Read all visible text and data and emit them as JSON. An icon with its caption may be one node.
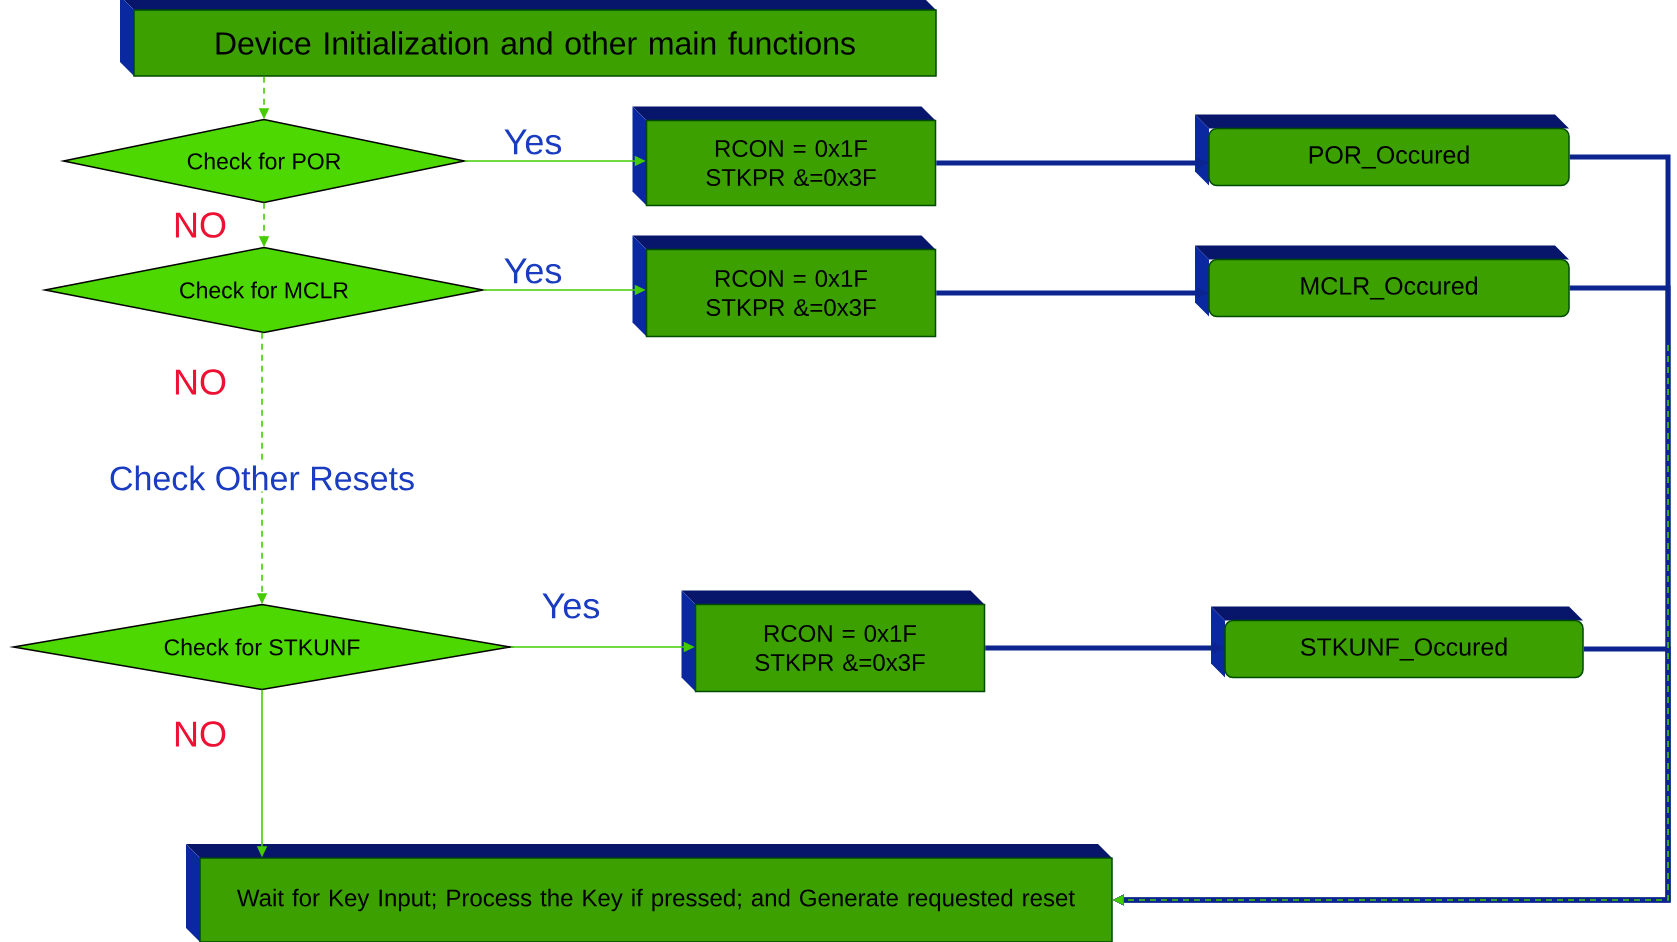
{
  "diagram": {
    "nodes": [
      {
        "text": [
          "Device Initialization and other main functions"
        ]
      },
      {
        "text": [
          "Check for POR"
        ]
      },
      {
        "text": [
          "Check for MCLR"
        ]
      },
      {
        "text": [
          "Check for STKUNF"
        ]
      },
      {
        "text": [
          "RCON = 0x1F STKPR &=0x3F"
        ]
      },
      {
        "text": [
          "POR_Occured"
        ]
      },
      {
        "text": [
          "RCON = 0x1F STKPR &=0x3F"
        ]
      },
      {
        "text": [
          "MCLR_Occured"
        ]
      },
      {
        "text": [
          "RCON = 0x1F STKPR &=0x3F"
        ]
      },
      {
        "text": [
          "STKUNF_Occured"
        ]
      },
      {
        "text": [
          "Wait for Key Input; Process the Key if pressed; and Generate requested reset"
        ]
      }
    ],
    "edges": [
      {
        "from": 0,
        "to": 1,
        "arrow": "to",
        "style": "dashed"
      },
      {
        "from": 1,
        "to": 4,
        "arrow": "to",
        "label": "Yes"
      },
      {
        "from": 1,
        "to": 2,
        "arrow": "to",
        "style": "dashed",
        "label": "NO"
      },
      {
        "from": 2,
        "to": 6,
        "arrow": "to",
        "label": "Yes"
      },
      {
        "from": 2,
        "to": 3,
        "arrow": "to",
        "style": "dashed",
        "label": "Check Other Resets"
      },
      {
        "from": 3,
        "to": 8,
        "arrow": "to",
        "label": "Yes"
      },
      {
        "from": 3,
        "to": 10,
        "arrow": "to",
        "label": "NO"
      },
      {
        "from": 4,
        "to": 5,
        "arrow": "to",
        "style": "thick",
        "color": "#0b2490"
      },
      {
        "from": 6,
        "to": 7,
        "arrow": "to",
        "style": "thick",
        "color": "#0b2490"
      },
      {
        "from": 8,
        "to": 9,
        "arrow": "to",
        "style": "thick",
        "color": "#0b2490"
      },
      {
        "from": 5,
        "to": 10,
        "arrow": "to",
        "style": "thick",
        "color": "#0b2490"
      },
      {
        "from": 7,
        "to": 10,
        "arrow": "to",
        "style": "thick",
        "color": "#0b2490"
      },
      {
        "from": 9,
        "to": 10,
        "arrow": "to",
        "style": "thick",
        "color": "#0b2490"
      },
      {
        "from": null,
        "to": 10,
        "arrow": "to",
        "style": "dashed"
      }
    ],
    "labels": [
      "NO"
    ]
  }
}
